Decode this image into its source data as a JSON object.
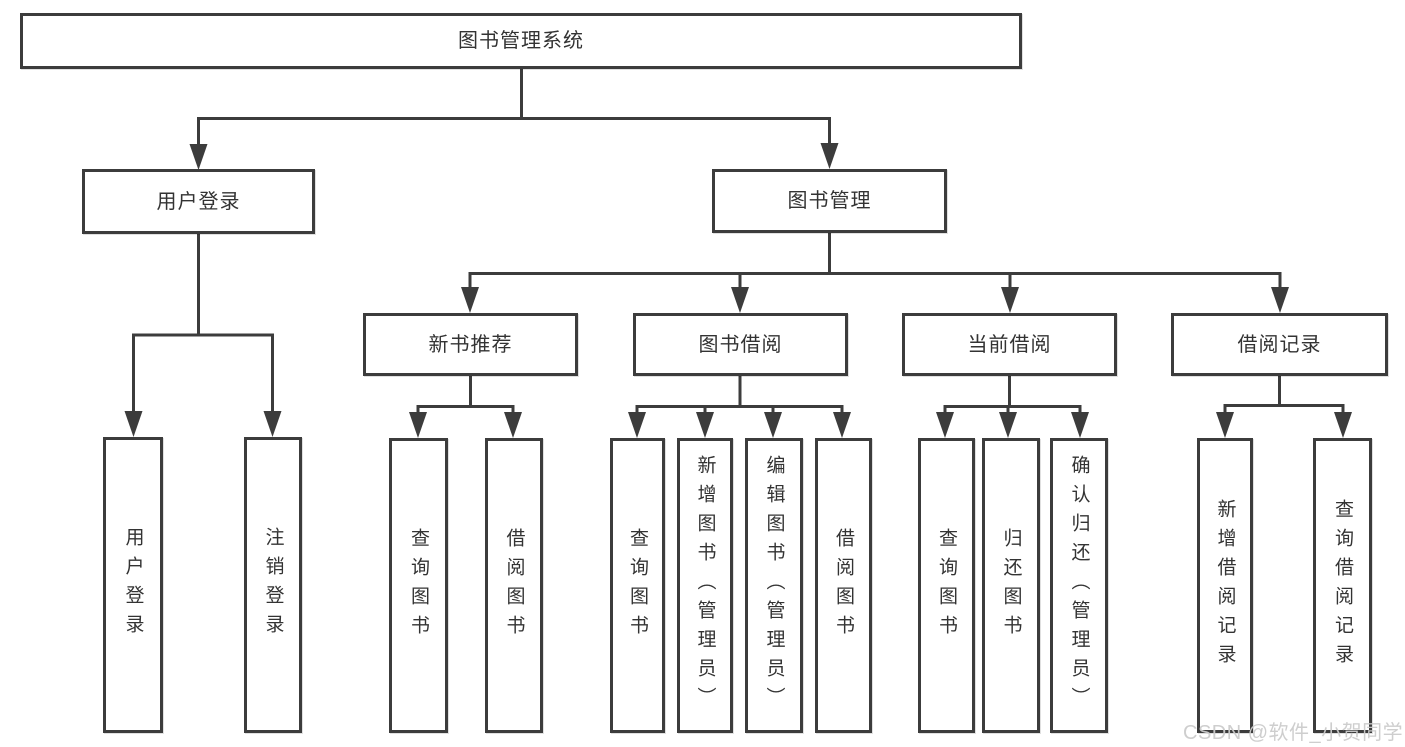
{
  "diagram": {
    "root": {
      "label": "图书管理系统"
    },
    "branches": [
      {
        "label": "用户登录",
        "children": [
          {
            "label": "用户登录"
          },
          {
            "label": "注销登录"
          }
        ]
      },
      {
        "label": "图书管理",
        "groups": [
          {
            "label": "新书推荐",
            "children": [
              {
                "label": "查询图书"
              },
              {
                "label": "借阅图书"
              }
            ]
          },
          {
            "label": "图书借阅",
            "children": [
              {
                "label": "查询图书"
              },
              {
                "label": "新增图书（管理员）"
              },
              {
                "label": "编辑图书（管理员）"
              },
              {
                "label": "借阅图书"
              }
            ]
          },
          {
            "label": "当前借阅",
            "children": [
              {
                "label": "查询图书"
              },
              {
                "label": "归还图书"
              },
              {
                "label": "确认归还（管理员）"
              }
            ]
          },
          {
            "label": "借阅记录",
            "children": [
              {
                "label": "新增借阅记录"
              },
              {
                "label": "查询借阅记录"
              }
            ]
          }
        ]
      }
    ],
    "watermark": "CSDN @软件_小贺同学",
    "colors": {
      "line": "#3c3c3c",
      "box_border": "#3c3c3c",
      "text": "#333333",
      "watermark": "#cbcbcb",
      "background": "#ffffff"
    }
  }
}
